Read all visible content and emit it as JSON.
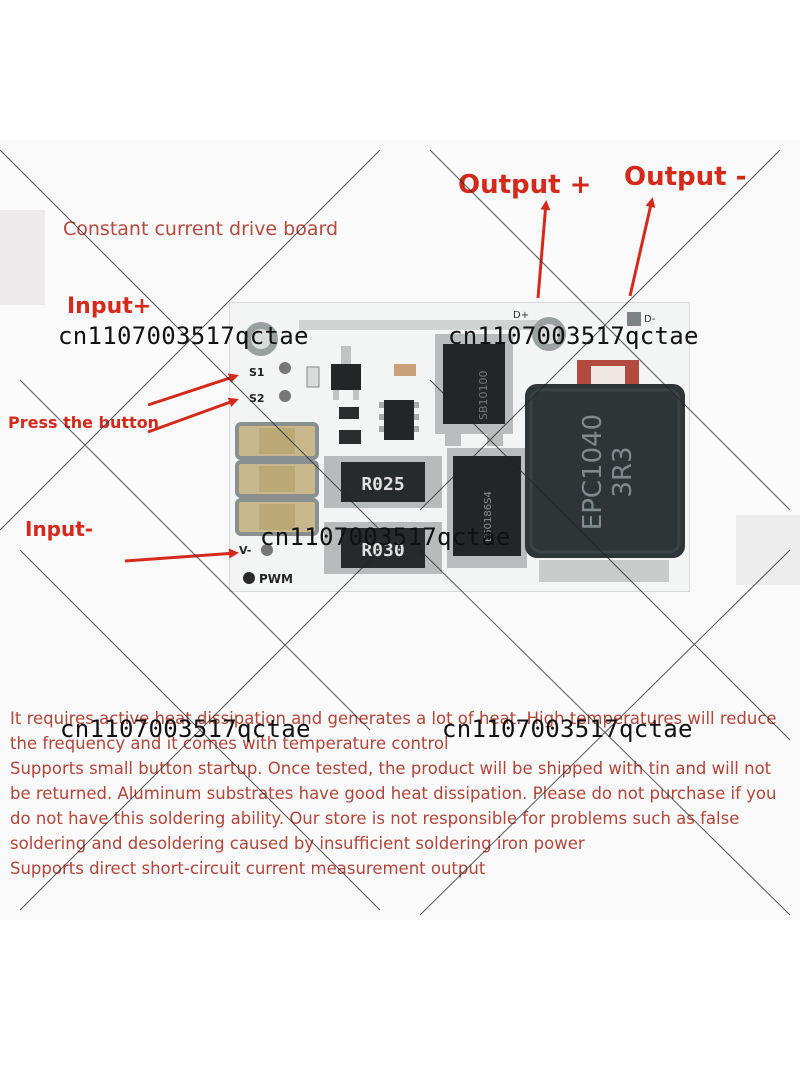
{
  "board_title": "Constant current drive board",
  "labels": {
    "output_plus": "Output +",
    "output_minus": "Output -",
    "input_plus": "Input+",
    "press_button": "Press the button",
    "input_minus": "Input-"
  },
  "silkscreen": {
    "d_plus": "D+",
    "d_minus": "D-",
    "s1": "S1",
    "s2": "S2",
    "v_minus": "V-",
    "pwm": "PWM",
    "resistor_1": "R025",
    "resistor_2": "R030",
    "inductor_line1": "EPC1040",
    "inductor_line2": "3R3",
    "chip_1": "SB10100",
    "chip_2": "E50186S4"
  },
  "description": [
    "It requires active heat dissipation and generates a lot of heat. High temperatures will reduce the frequency and it comes with temperature control",
    "Supports small button startup. Once tested, the product will be shipped with tin and will not be returned. Aluminum substrates have good heat dissipation. Please do not purchase if you do not have this soldering ability. Our store is not responsible for problems such as false soldering and desoldering caused by insufficient soldering iron power",
    "Supports direct short-circuit current measurement output"
  ],
  "watermark": "cn1107003517qctae",
  "colors": {
    "label_red": "#d42a1c",
    "text_red": "#b0453a",
    "board_white": "#f4f6f5",
    "inductor": "#2e3537"
  }
}
